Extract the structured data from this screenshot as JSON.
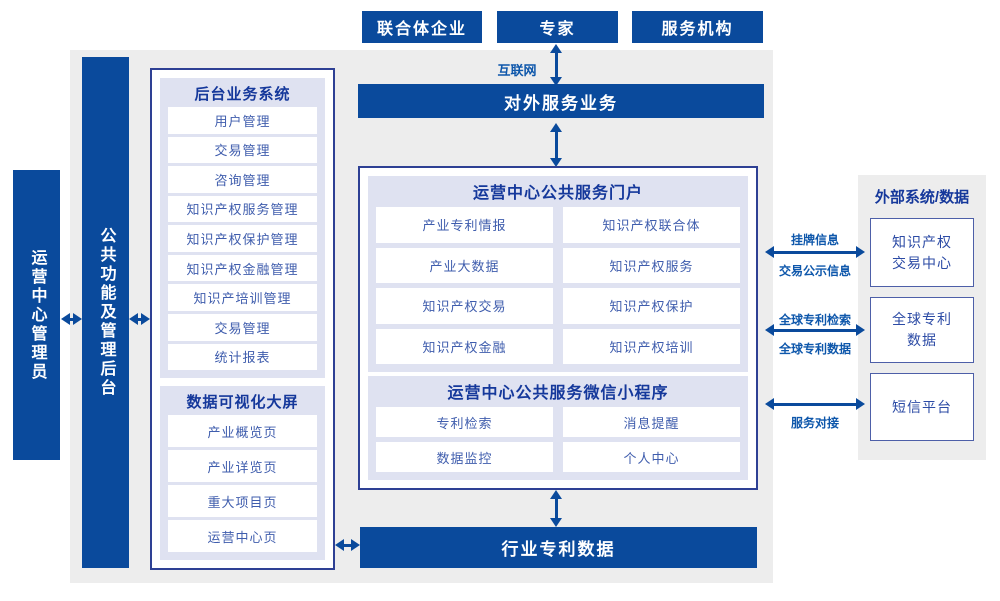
{
  "colors": {
    "accent": "#0a4a9c",
    "arrow": "#0a4a9c",
    "lavender": "#dfe2f1",
    "bgGray": "#ededed",
    "boxBorder": "#2e4094",
    "titleText": "#15389b",
    "itemText": "#3f5dad",
    "labelText": "#0e57ab"
  },
  "actors": {
    "items": [
      "联合体企业",
      "专家",
      "服务机构"
    ]
  },
  "links": {
    "internet": "互联网",
    "listing_top": "挂牌信息",
    "listing_bottom": "交易公示信息",
    "global_top": "全球专利检索",
    "global_bottom": "全球专利数据",
    "service_dock": "服务对接"
  },
  "bars": {
    "external_service": "对外服务业务",
    "industry_patent_data": "行业专利数据",
    "operation_admin": "运营中心管理员",
    "public_function_backend": "公共功能及管理后台"
  },
  "backend_system": {
    "title": "后台业务系统",
    "items": [
      "用户管理",
      "交易管理",
      "咨询管理",
      "知识产权服务管理",
      "知识产权保护管理",
      "知识产权金融管理",
      "知识产培训管理",
      "交易管理",
      "统计报表"
    ]
  },
  "data_visualization": {
    "title": "数据可视化大屏",
    "items": [
      "产业概览页",
      "产业详览页",
      "重大项目页",
      "运营中心页"
    ]
  },
  "portal": {
    "title": "运营中心公共服务门户",
    "items": [
      "产业专利情报",
      "知识产权联合体",
      "产业大数据",
      "知识产权服务",
      "知识产权交易",
      "知识产权保护",
      "知识产权金融",
      "知识产权培训"
    ]
  },
  "miniprogram": {
    "title": "运营中心公共服务微信小程序",
    "items": [
      "专利检索",
      "消息提醒",
      "数据监控",
      "个人中心"
    ]
  },
  "external_systems": {
    "title": "外部系统/数据",
    "items": [
      "知识产权\n交易中心",
      "全球专利\n数据",
      "短信平台"
    ]
  }
}
